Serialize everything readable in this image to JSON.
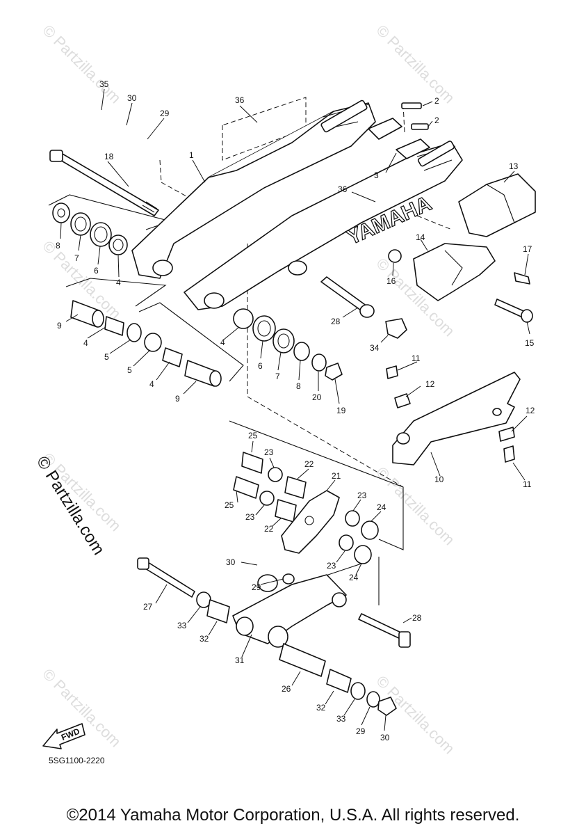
{
  "diagram_code": "5SG1100-2220",
  "copyright": "©2014 Yamaha Motor Corporation, U.S.A. All rights reserved.",
  "brand_text": "YAMAHA",
  "fwd_label": "FWD",
  "watermark_side": "© Partzilla.com",
  "watermark_small": "© Partzilla.com",
  "callouts": {
    "c1": "1",
    "c2a": "2",
    "c2b": "2",
    "c3": "3",
    "c4a": "4",
    "c4b": "4",
    "c4c": "4",
    "c4d": "4",
    "c5a": "5",
    "c5b": "5",
    "c6a": "6",
    "c6b": "6",
    "c7a": "7",
    "c7b": "7",
    "c8a": "8",
    "c8b": "8",
    "c9a": "9",
    "c9b": "9",
    "c10": "10",
    "c11a": "11",
    "c11b": "11",
    "c12a": "12",
    "c12b": "12",
    "c13": "13",
    "c14": "14",
    "c15": "15",
    "c16": "16",
    "c17": "17",
    "c18": "18",
    "c19": "19",
    "c20": "20",
    "c21": "21",
    "c22a": "22",
    "c22b": "22",
    "c23a": "23",
    "c23b": "23",
    "c23c": "23",
    "c23d": "23",
    "c24a": "24",
    "c24b": "24",
    "c25a": "25",
    "c25b": "25",
    "c26": "26",
    "c27": "27",
    "c28a": "28",
    "c28b": "28",
    "c29a": "29",
    "c29b": "29",
    "c29c": "29",
    "c30a": "30",
    "c30b": "30",
    "c30c": "30",
    "c31": "31",
    "c32a": "32",
    "c32b": "32",
    "c33a": "33",
    "c33b": "33",
    "c34": "34",
    "c35": "35",
    "c36a": "36",
    "c36b": "36"
  }
}
